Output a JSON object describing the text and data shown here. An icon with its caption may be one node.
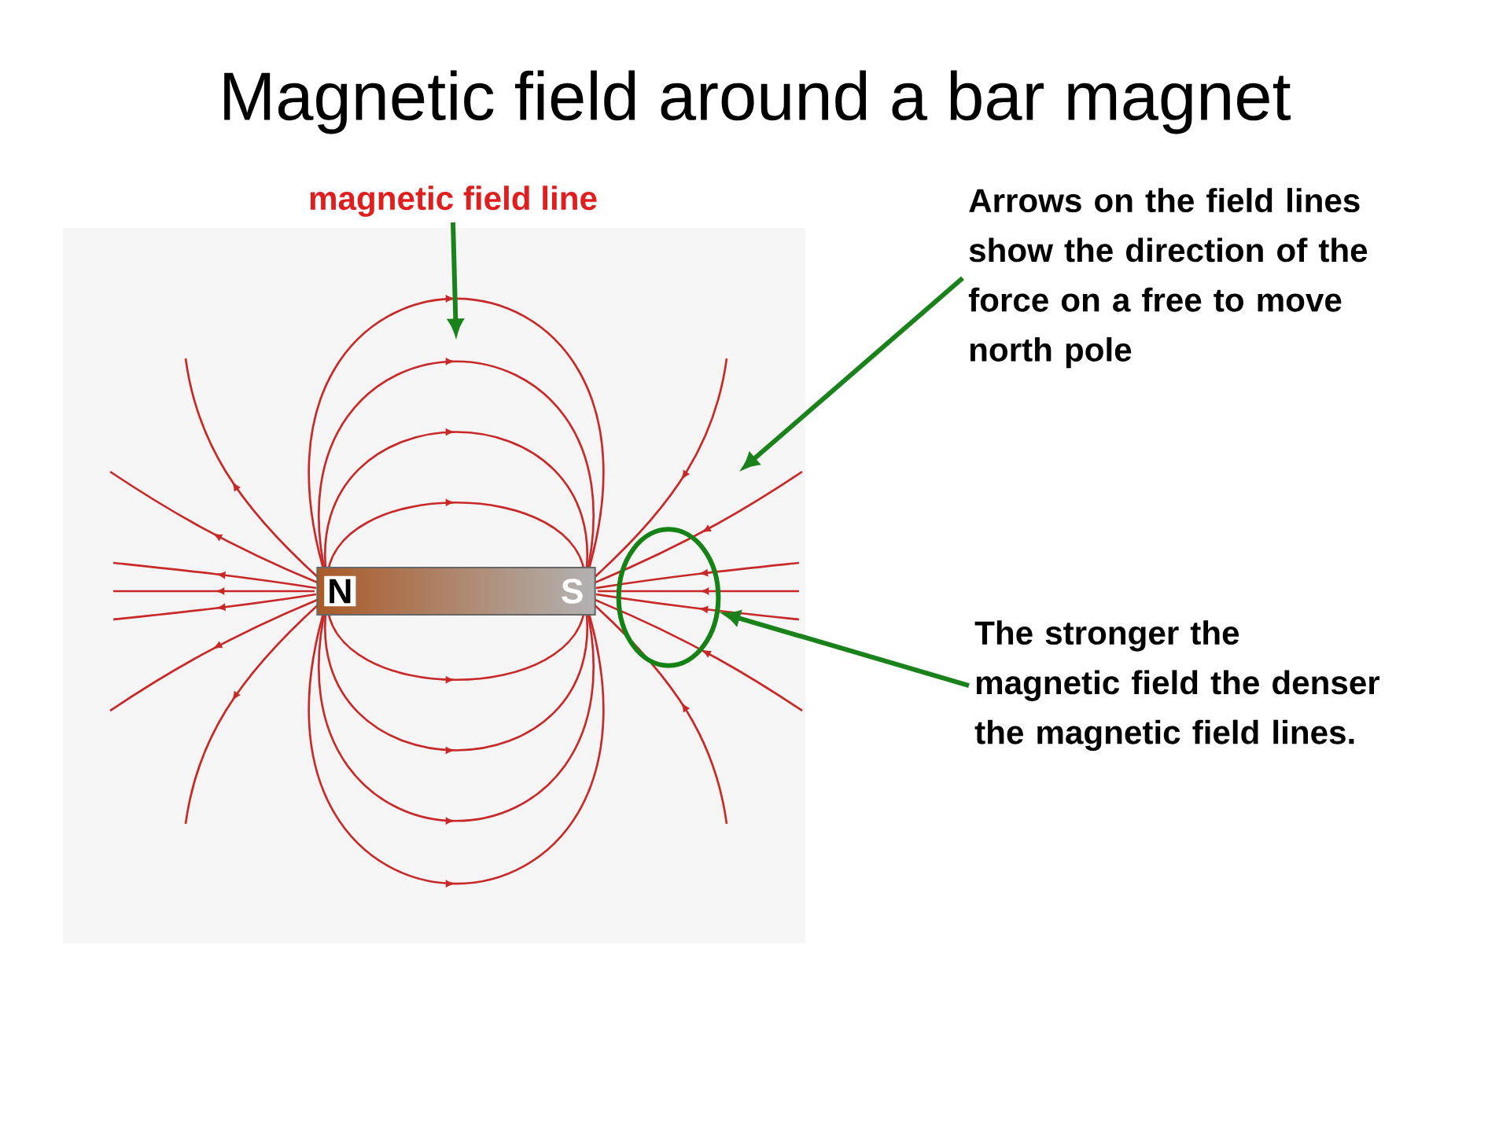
{
  "diagram": {
    "title": "Magnetic field around a bar magnet",
    "nodes": [
      {
        "text": [
          "magnetic field line"
        ]
      },
      {
        "text": [
          "Arrows on the field lines show the direction of the force on a free to move north pole"
        ]
      },
      {
        "text": [
          "N",
          "S"
        ]
      },
      {
        "text": [],
        "shape": "circle"
      },
      {
        "text": [
          "The stronger the magnetic field the denser the magnetic field lines."
        ]
      }
    ],
    "edges": [
      {
        "from": 0,
        "to": null,
        "arrow": "to"
      },
      {
        "from": 1,
        "to": null,
        "arrow": "to"
      },
      {
        "from": 4,
        "to": 3,
        "arrow": "to"
      }
    ]
  }
}
